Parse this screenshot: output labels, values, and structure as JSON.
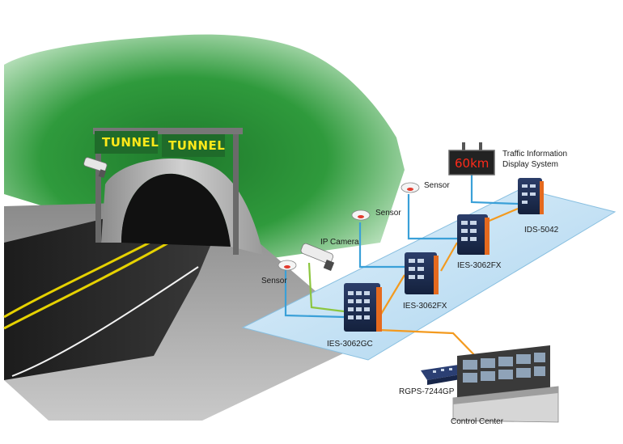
{
  "tunnel": {
    "sign_left": "TUNNEL",
    "sign_right": "TUNNEL"
  },
  "display_board": {
    "reading": "60km",
    "label_line1": "Traffic Information",
    "label_line2": "Display System"
  },
  "devices": {
    "ies_3062gc": "IES-3062GC",
    "ies_3062fx_a": "IES-3062FX",
    "ies_3062fx_b": "IES-3062FX",
    "ids_5042": "IDS-5042",
    "rgps_7244gp": "RGPS-7244GP"
  },
  "sensors": {
    "sensor_1": "Sensor",
    "sensor_2": "Sensor",
    "sensor_3": "Sensor"
  },
  "ip_camera": "IP Camera",
  "control_center": "Control Center",
  "colors": {
    "hill_green": "#2f9a3c",
    "link_orange": "#f39a1f",
    "link_blue": "#3aa0d8",
    "link_green": "#8cc63f",
    "platform_blue": "#cfe8f7"
  }
}
